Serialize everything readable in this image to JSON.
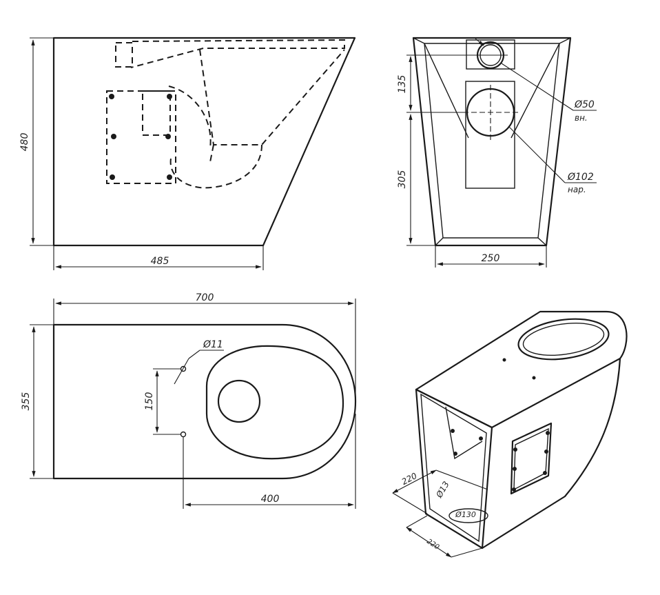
{
  "dimensions": {
    "side_height": "480",
    "side_width": "485",
    "front_upper": "135",
    "front_lower": "305",
    "front_width": "250",
    "top_length": "700",
    "top_depth": "355",
    "top_hole_spacing": "150",
    "top_hole_offset": "400",
    "hole_diameter": "Ø11",
    "pipe_small": "Ø50",
    "pipe_small_note": "вн.",
    "pipe_large": "Ø102",
    "pipe_large_note": "нар.",
    "iso_depth": "220",
    "iso_hole": "Ø13",
    "iso_outlet": "Ø130",
    "iso_width": "220"
  }
}
